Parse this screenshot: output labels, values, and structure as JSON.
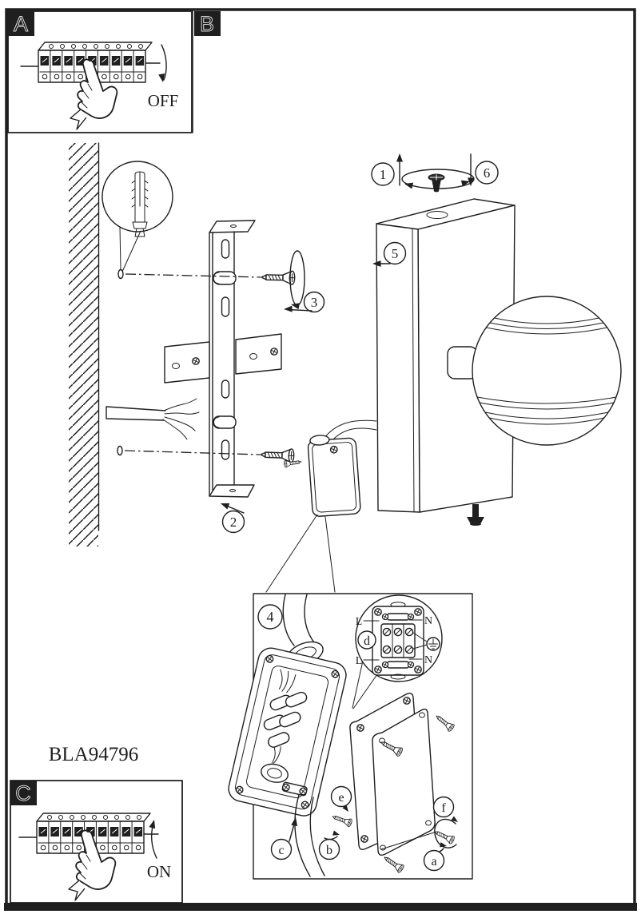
{
  "page": {
    "model_number": "BLA94796",
    "colors": {
      "line": "#1f1f1f",
      "background": "#ffffff",
      "tab_background": "#161616"
    }
  },
  "panels": {
    "a": {
      "label": "A",
      "switch_state": "OFF",
      "illustration": "circuit-breaker-row-hand-switching-off"
    },
    "b": {
      "label": "B",
      "illustration": "wall-lamp-mounting-steps"
    },
    "c": {
      "label": "C",
      "switch_state": "ON",
      "illustration": "circuit-breaker-row-hand-switching-on"
    }
  },
  "steps": {
    "1": "1",
    "2": "2",
    "3": "3",
    "4": "4",
    "5": "5",
    "6": "6"
  },
  "substeps": {
    "a": "a",
    "b": "b",
    "c": "c",
    "d": "d",
    "e": "e",
    "f": "f"
  },
  "wiring_detail": {
    "terminal_left_top": "L",
    "terminal_right_top": "N",
    "terminal_left_bottom": "L",
    "terminal_right_bottom": "N",
    "ground_symbol": "earth-ground-icon"
  },
  "icons": {
    "wall_anchor": "wall-plug-anchor-icon",
    "screw": "countersunk-screw-icon",
    "rotation": "screw-rotation-arrow-icon"
  }
}
